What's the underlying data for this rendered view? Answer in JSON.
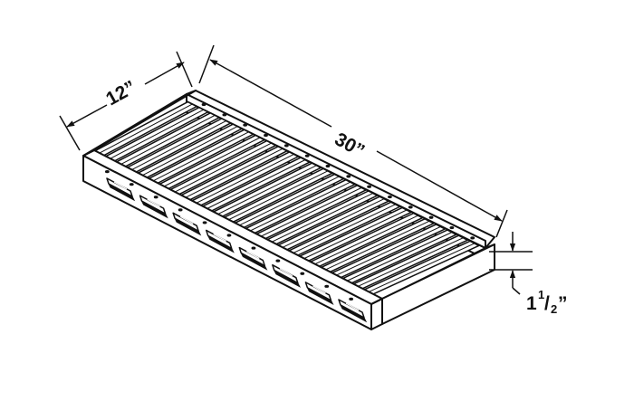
{
  "dimensions": {
    "depth": {
      "label": "12”"
    },
    "length": {
      "label": "30”"
    },
    "height": {
      "whole": "1",
      "num": "1",
      "den": "2",
      "mark": "”"
    }
  },
  "colors": {
    "line": "#111111",
    "background": "#ffffff"
  }
}
